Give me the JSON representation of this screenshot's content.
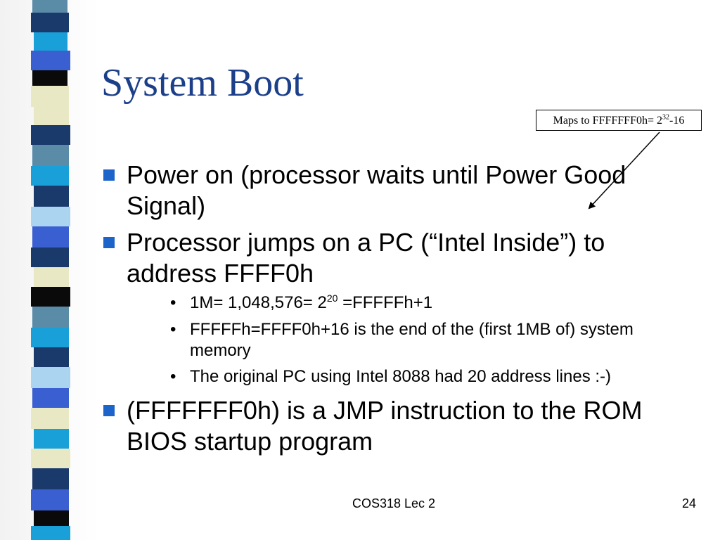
{
  "slide": {
    "title": "System Boot",
    "callout": {
      "base": "Maps to FFFFFFF0h= 2",
      "exp": "32",
      "tail": "-16"
    },
    "bullets": [
      {
        "text": "Power on (processor waits until Power Good Signal)"
      },
      {
        "text": "Processor jumps on a PC (“Intel Inside”) to address FFFF0h"
      },
      {
        "text": "(FFFFFFF0h) is a JMP instruction to the ROM BIOS startup program"
      }
    ],
    "subbullets": [
      {
        "base": "1M= 1,048,576= 2",
        "exp": "20",
        "tail": " =FFFFFh+1"
      },
      {
        "text": "FFFFFh=FFFF0h+16 is the end of the (first 1MB of) system memory"
      },
      {
        "text": "The original PC using Intel 8088 had 20 address lines :-)"
      }
    ],
    "subbullet_glyph": "•",
    "footer": {
      "center": "COS318 Lec 2",
      "page": "24"
    }
  },
  "colors": {
    "title": "#1c3f8a",
    "bullet": "#1c64c9",
    "stripe_palette": [
      "#1a3a6b",
      "#3a5fd0",
      "#5a8ca8",
      "#e8e8c4",
      "#0a0a0a",
      "#1aa0d8",
      "#aad4f0"
    ]
  }
}
